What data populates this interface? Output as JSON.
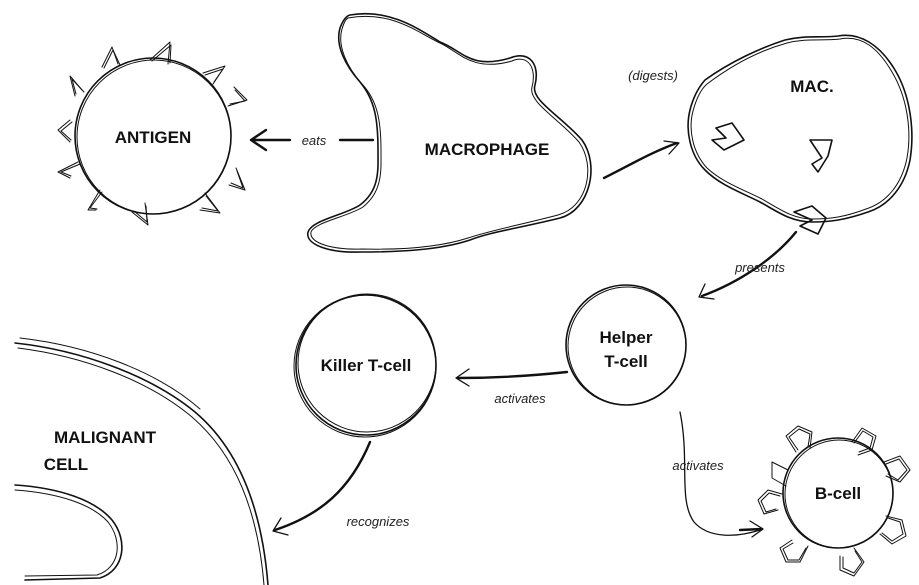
{
  "nodes": {
    "antigen": "ANTIGEN",
    "macrophage": "MACROPHAGE",
    "mac": "MAC.",
    "helper_line1": "Helper",
    "helper_line2": "T-cell",
    "killer": "Killer T-cell",
    "malignant_line1": "MALIGNANT",
    "malignant_line2": "CELL",
    "bcell": "B-cell"
  },
  "edges": {
    "eats": "eats",
    "digests": "(digests)",
    "presents": "presents",
    "activates_killer": "activates",
    "activates_bcell": "activates",
    "recognizes": "recognizes"
  }
}
